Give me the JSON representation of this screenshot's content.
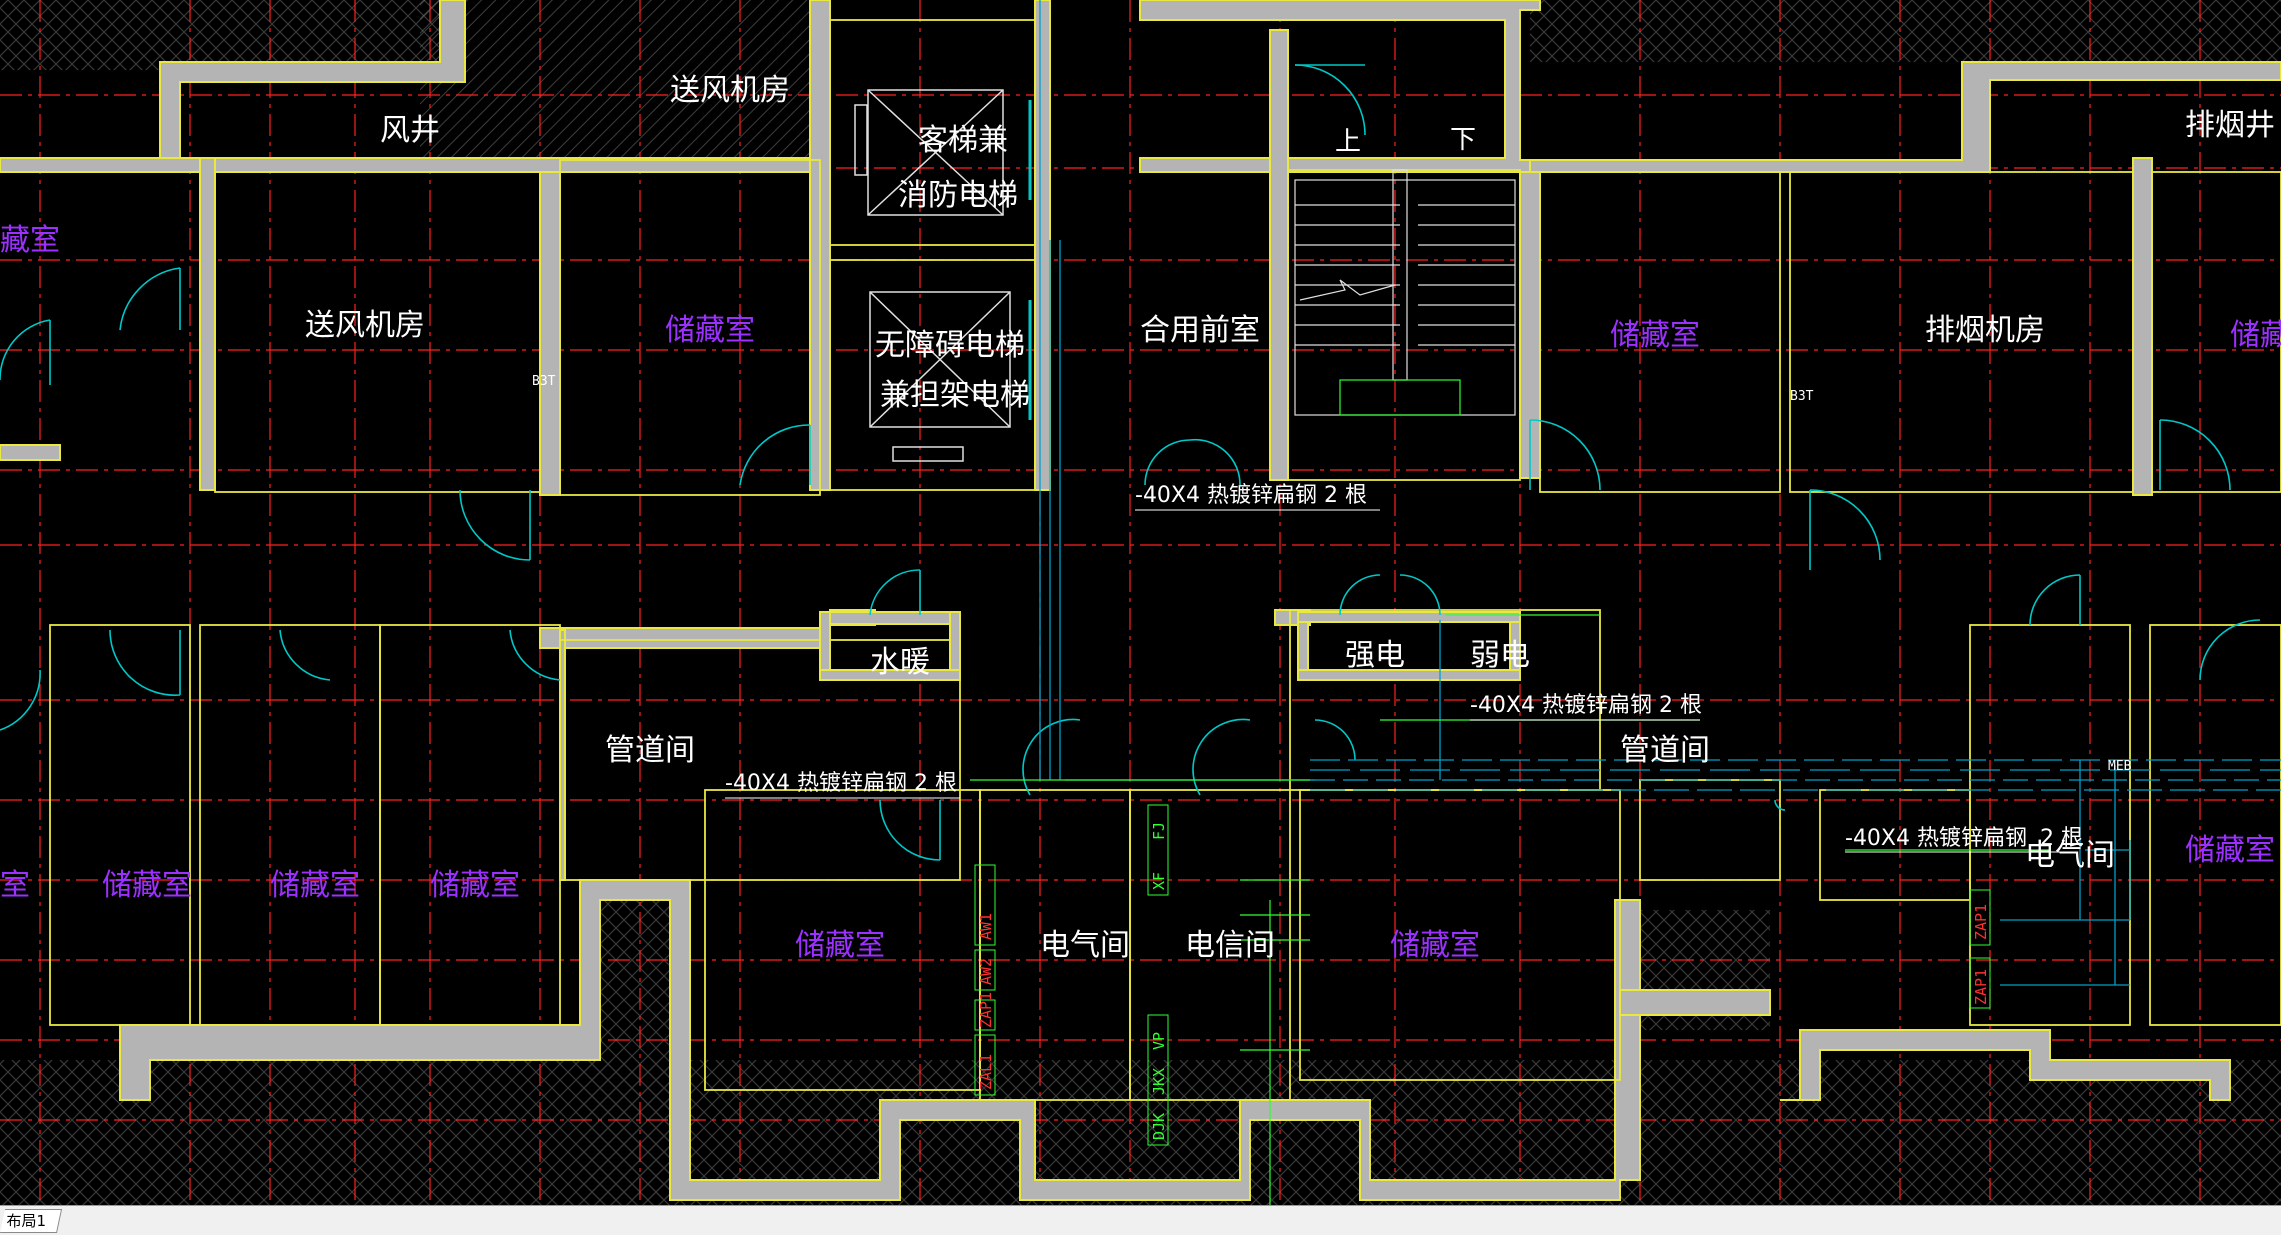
{
  "colors": {
    "background": "#000000",
    "wall": "#e8e840",
    "wall_fill": "#b4b4b4",
    "axis": "#ff2020",
    "door": "#00c8c8",
    "room_text": "#ffffff",
    "storage_text": "#9b30ff",
    "cable": "#00a0c8",
    "tag": "#ff3030",
    "green": "#30ff30"
  },
  "labels": {
    "air_shaft": "风井",
    "supply_fan_room_top": "送风机房",
    "supply_fan_room": "送风机房",
    "elevator_passenger_1": "客梯兼",
    "elevator_passenger_2": "消防电梯",
    "elevator_accessible_1": "无障碍电梯",
    "elevator_accessible_2": "兼担架电梯",
    "shared_anteroom": "合用前室",
    "stair_up": "上",
    "stair_down": "下",
    "smoke_shaft": "排烟井",
    "smoke_exhaust_room": "排烟机房",
    "storage": "储藏室",
    "water_heating": "水暖",
    "strong_electric": "强电",
    "weak_electric": "弱电",
    "pipe_room": "管道间",
    "electrical_room": "电气间",
    "telecom_room": "电信间",
    "flat_steel": "-40X4    热镀锌扁钢   2 根",
    "flat_steel_2": "-40X4    热镀锌扁钢  2 根",
    "flat_steel_3": "-40X4    热镀锌扁钢   2 根",
    "flat_steel_4": "-40X4    热镀锌扁钢",
    "two_roots": "2 根",
    "tag_b3t_1": "B3T",
    "tag_b3t_2": "B3T",
    "tag_meb": "MEB",
    "tag_aw1": "AW1",
    "tag_aw2": "AW2",
    "tag_zap1": "ZAP1",
    "tag_zal1": "ZAL1",
    "tag_xf": "XF",
    "tag_fj": "FJ",
    "tag_djk": "DJK",
    "tag_jkx": "JKX",
    "tag_vp": "VP",
    "tag_zap1_r": "ZAP1",
    "tag_zap1_r2": "ZAP1"
  },
  "tabs": {
    "layout": "布局1"
  }
}
